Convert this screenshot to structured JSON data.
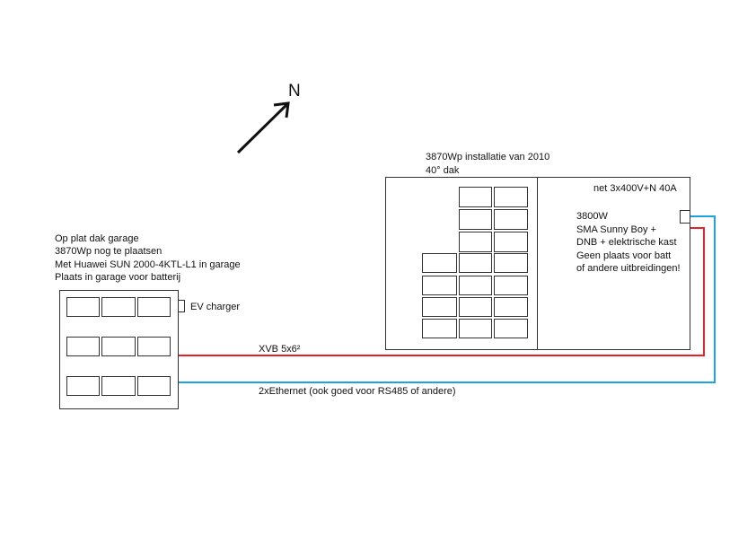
{
  "compass": {
    "label": "N"
  },
  "garage": {
    "lines": [
      "Op plat dak garage",
      "3870Wp nog te plaatsen",
      "Met Huawei SUN 2000-4KTL-L1 in garage",
      "Plaats in garage voor batterij"
    ],
    "ev_label": "EV charger"
  },
  "house": {
    "lines": [
      "3870Wp installatie van 2010",
      "40° dak"
    ],
    "grid_label": "net 3x400V+N 40A",
    "inverter_lines": [
      "3800W",
      "SMA Sunny Boy +",
      "DNB + elektrische kast",
      "Geen plaats voor batt",
      "of andere uitbreidingen!"
    ]
  },
  "cables": {
    "power": {
      "label": "XVB 5x6²",
      "color": "#e8202a"
    },
    "data": {
      "label": "2xEthernet (ook goed voor RS485 of andere)",
      "color": "#1fa3e0"
    }
  }
}
